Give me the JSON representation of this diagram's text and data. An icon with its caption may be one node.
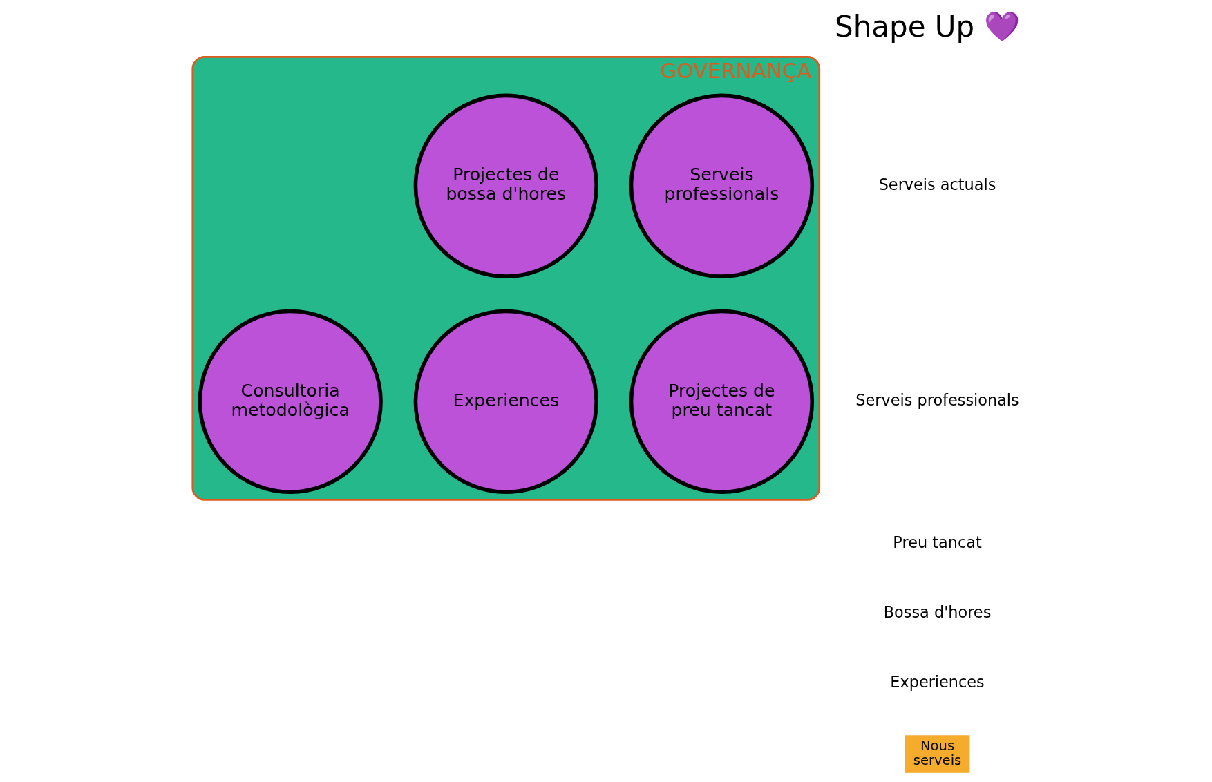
{
  "diagram": {
    "title": "Shape Up 💜",
    "nodes": [
      {
        "text": [
          "GOVERNANÇA"
        ]
      },
      {
        "text": [
          "Serveis professionals"
        ],
        "in": 0
      },
      {
        "text": [
          "Projectes de bossa d'hores"
        ],
        "in": 0
      },
      {
        "text": [
          "Projectes de preu tancat"
        ],
        "in": 0
      },
      {
        "text": [
          "Experiences"
        ],
        "in": 0
      },
      {
        "text": [
          "Consultoria metodològica"
        ],
        "in": 0
      },
      {
        "text": [
          "Nous serveis"
        ]
      }
    ],
    "labels": [
      "Serveis actuals",
      "Serveis professionals",
      "Preu tancat",
      "Bossa d'hores",
      "Experiences"
    ]
  }
}
